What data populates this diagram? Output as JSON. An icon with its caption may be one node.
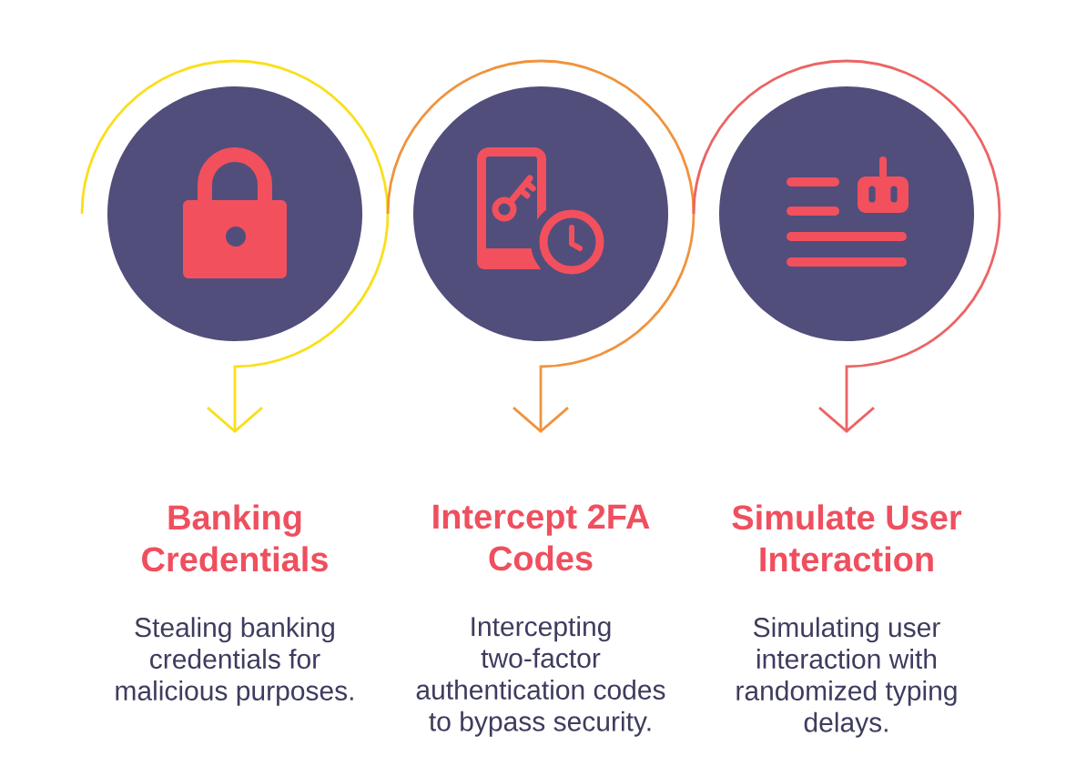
{
  "diagram": {
    "nodes": [
      {
        "text": [],
        "shape": "circle"
      },
      {
        "text": [
          "Banking Credentials",
          "Stealing banking credentials for malicious purposes."
        ]
      },
      {
        "text": [],
        "shape": "circle"
      },
      {
        "text": [
          "Intercept 2FA Codes",
          "Intercepting two-factor authentication codes to bypass security."
        ]
      },
      {
        "text": [],
        "shape": "circle"
      },
      {
        "text": [
          "Simulate User Interaction",
          "Simulating user interaction with randomized typing delays."
        ]
      }
    ],
    "edges": [
      {
        "from": 0,
        "to": 1,
        "arrow": "to",
        "color": "#f9df1c"
      },
      {
        "from": 2,
        "to": 3,
        "arrow": "to",
        "color": "#f0933d"
      },
      {
        "from": 4,
        "to": 5,
        "arrow": "to",
        "color": "#ec6464"
      }
    ]
  }
}
